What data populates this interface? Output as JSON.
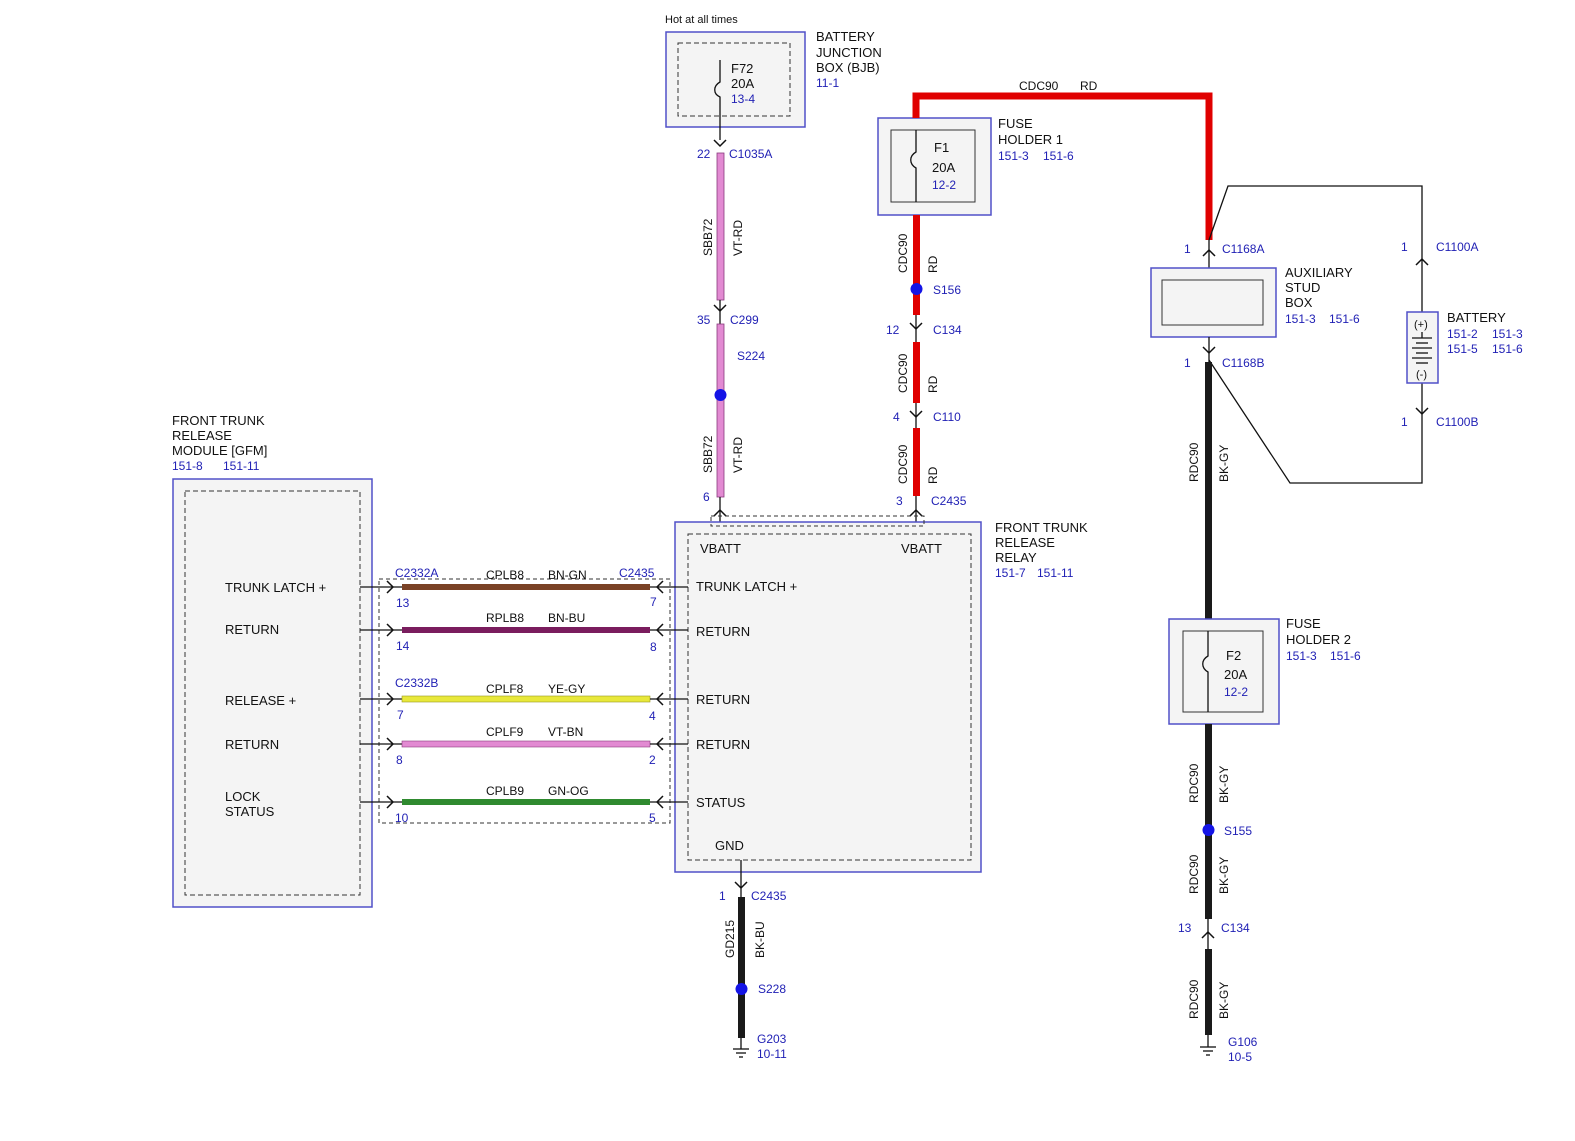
{
  "header": {
    "hot_label": "Hot at all times"
  },
  "colors": {
    "box_outline": "#5050c8",
    "ref_text": "#1f1fb4",
    "splice": "#1414e6",
    "wire_red": "#e00000",
    "wire_black": "#1a1a1a",
    "wire_pink": "#e28ad2",
    "wire_brown": "#7a4226",
    "wire_purple": "#7a1d5e",
    "wire_yellow": "#e8e83a",
    "wire_green": "#2f8a2f"
  },
  "bjb": {
    "title_lines": [
      "BATTERY",
      "JUNCTION",
      "BOX (BJB)"
    ],
    "ref": "11-1",
    "fuse_name": "F72",
    "fuse_rating": "20A",
    "fuse_ref": "13-4"
  },
  "fuse_holder_1": {
    "title_lines": [
      "FUSE",
      "HOLDER 1"
    ],
    "ref1": "151-3",
    "ref2": "151-6",
    "fuse_name": "F1",
    "fuse_rating": "20A",
    "fuse_ref": "12-2"
  },
  "fuse_holder_2": {
    "title_lines": [
      "FUSE",
      "HOLDER 2"
    ],
    "ref1": "151-3",
    "ref2": "151-6",
    "fuse_name": "F2",
    "fuse_rating": "20A",
    "fuse_ref": "12-2"
  },
  "aux_stud": {
    "title_lines": [
      "AUXILIARY",
      "STUD",
      "BOX"
    ],
    "ref1": "151-3",
    "ref2": "151-6"
  },
  "battery": {
    "title": "BATTERY",
    "refs": [
      "151-2",
      "151-3",
      "151-5",
      "151-6"
    ],
    "plus": "(+)",
    "minus": "(-)"
  },
  "gfm": {
    "title_lines": [
      "FRONT TRUNK",
      "RELEASE",
      "MODULE [GFM]"
    ],
    "ref1": "151-8",
    "ref2": "151-11",
    "pins": [
      "TRUNK LATCH +",
      "RETURN",
      "RELEASE +",
      "RETURN",
      "LOCK",
      "STATUS"
    ]
  },
  "relay": {
    "title_lines": [
      "FRONT TRUNK",
      "RELEASE",
      "RELAY"
    ],
    "ref1": "151-7",
    "ref2": "151-11",
    "vbatt_left": "VBATT",
    "vbatt_right": "VBATT",
    "pins": [
      "TRUNK LATCH +",
      "RETURN",
      "RETURN",
      "RETURN",
      "STATUS"
    ],
    "gnd": "GND"
  },
  "connectors": {
    "c1035a": "C1035A",
    "c1035a_pin": "22",
    "c299": "C299",
    "c299_pin": "35",
    "s224": "S224",
    "c2435_top_left_pin": "6",
    "c2435_top_right": "C2435",
    "c2435_top_right_pin": "3",
    "c110": "C110",
    "c110_pin": "4",
    "c134_top": "C134",
    "c134_top_pin": "12",
    "s156": "S156",
    "c1168a": "C1168A",
    "c1168a_pin": "1",
    "c1168b": "C1168B",
    "c1168b_pin": "1",
    "c1100a": "C1100A",
    "c1100a_pin": "1",
    "c1100b": "C1100B",
    "c1100b_pin": "1",
    "c2332a": "C2332A",
    "c2332b": "C2332B",
    "c2435_left": "C2435",
    "c2435_bottom": "C2435",
    "c2435_bottom_pin": "1",
    "s228": "S228",
    "g203": "G203",
    "g203_ref": "10-11",
    "s155": "S155",
    "c134_bottom": "C134",
    "c134_bottom_pin": "13",
    "g106": "G106",
    "g106_ref": "10-5"
  },
  "wires": {
    "sbb72_top": {
      "circuit": "SBB72",
      "color": "VT-RD"
    },
    "sbb72_bottom": {
      "circuit": "SBB72",
      "color": "VT-RD"
    },
    "cdc90_top": {
      "circuit": "CDC90",
      "color": "RD"
    },
    "cdc90_a": {
      "circuit": "CDC90",
      "color": "RD"
    },
    "cdc90_b": {
      "circuit": "CDC90",
      "color": "RD"
    },
    "cdc90_c": {
      "circuit": "CDC90",
      "color": "RD"
    },
    "rdc90_a": {
      "circuit": "RDC90",
      "color": "BK-GY"
    },
    "rdc90_b": {
      "circuit": "RDC90",
      "color": "BK-GY"
    },
    "rdc90_c": {
      "circuit": "RDC90",
      "color": "BK-GY"
    },
    "rdc90_d": {
      "circuit": "RDC90",
      "color": "BK-GY"
    },
    "gd215": {
      "circuit": "GD215",
      "color": "BK-BU"
    },
    "h1": {
      "circuit": "CPLB8",
      "color": "BN-GN",
      "left_pin": "13",
      "right_pin": "7"
    },
    "h2": {
      "circuit": "RPLB8",
      "color": "BN-BU",
      "left_pin": "14",
      "right_pin": "8"
    },
    "h3": {
      "circuit": "CPLF8",
      "color": "YE-GY",
      "left_pin": "7",
      "right_pin": "4"
    },
    "h4": {
      "circuit": "CPLF9",
      "color": "VT-BN",
      "left_pin": "8",
      "right_pin": "2"
    },
    "h5": {
      "circuit": "CPLB9",
      "color": "GN-OG",
      "left_pin": "10",
      "right_pin": "5"
    }
  }
}
